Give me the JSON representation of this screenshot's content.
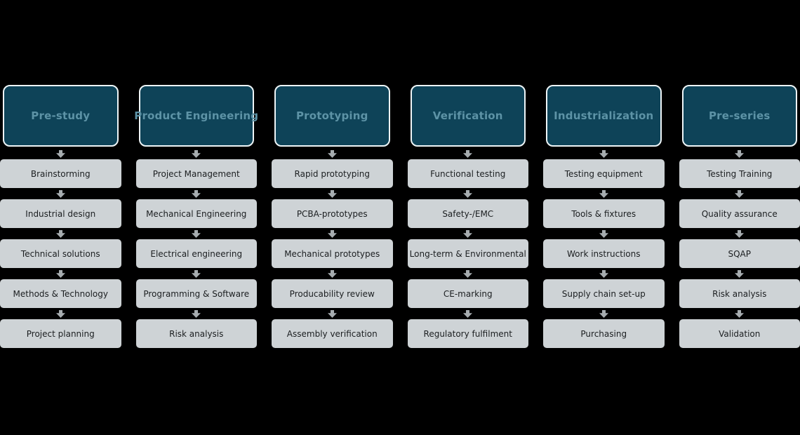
{
  "background": "#000000",
  "colors": {
    "background": "#000000",
    "header_bg": "#0e4358",
    "header_text": "#5d93a6",
    "header_border": "#eef5f7",
    "item_bg": "#ced3d6",
    "item_text": "#1b1e20",
    "arrow": "#a6acaf"
  },
  "icons": {
    "connector": "down-arrow-icon"
  },
  "columns": [
    {
      "phase": "Pre-study",
      "steps": [
        "Brainstorming",
        "Industrial design",
        "Technical solutions",
        "Methods & Technology",
        "Project planning"
      ]
    },
    {
      "phase": "Product Engineering",
      "steps": [
        "Project Management",
        "Mechanical Engineering",
        "Electrical engineering",
        "Programming & Software",
        "Risk analysis"
      ]
    },
    {
      "phase": "Prototyping",
      "steps": [
        "Rapid prototyping",
        "PCBA-prototypes",
        "Mechanical prototypes",
        "Producability review",
        "Assembly verification"
      ]
    },
    {
      "phase": "Verification",
      "steps": [
        "Functional testing",
        "Safety-/EMC",
        "Long-term & Environmental",
        "CE-marking",
        "Regulatory fulfilment"
      ]
    },
    {
      "phase": "Industrialization",
      "steps": [
        "Testing equipment",
        "Tools & fixtures",
        "Work instructions",
        "Supply chain set-up",
        "Purchasing"
      ]
    },
    {
      "phase": "Pre-series",
      "steps": [
        "Testing Training",
        "Quality assurance",
        "SQAP",
        "Risk analysis",
        "Validation"
      ]
    }
  ]
}
